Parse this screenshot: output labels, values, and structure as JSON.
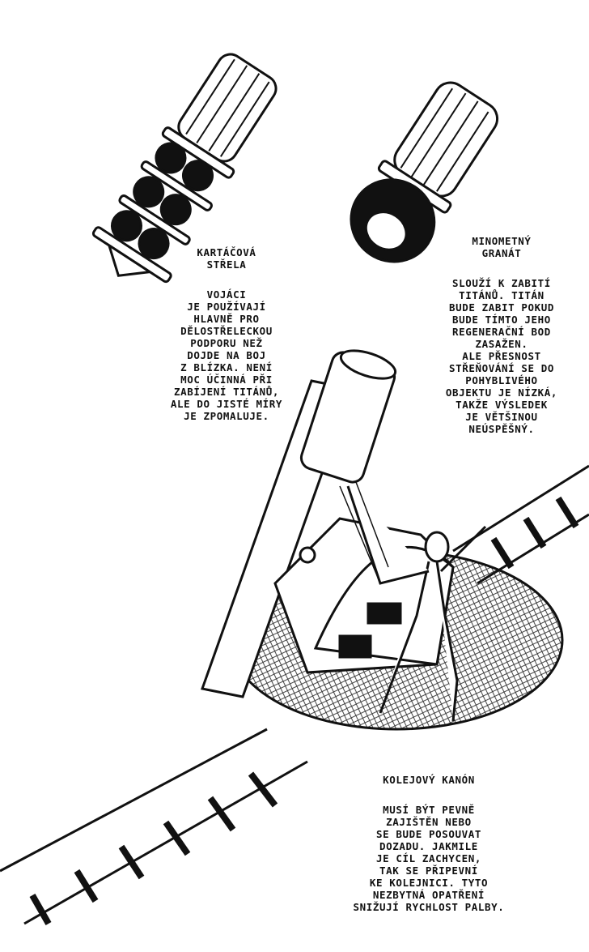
{
  "captions": {
    "canister": {
      "title": "KARTÁČOVÁ\nSTŘELA",
      "body": "VOJÁCI\nJE POUŽÍVAJÍ\nHLAVNĚ PRO\nDĚLOSTŘELECKOU\nPODPORU NEŽ\nDOJDE NA BOJ\nZ BLÍZKA. NENÍ\nMOC ÚČINNÁ PŘI\nZABÍJENÍ TITÁNŮ,\nALE DO JISTÉ MÍRY\nJE ZPOMALUJE."
    },
    "mortar": {
      "title": "MINOMETNÝ\nGRANÁT",
      "body": "SLOUŽÍ K ZABITÍ\nTITÁNŮ. TITÁN\nBUDE ZABIT POKUD\nBUDE TÍMTO JEHO\nREGENERAČNÍ BOD\nZASAŽEN.\nALE PŘESNOST\nSTŘEŇOVÁNÍ SE DO\nPOHYBLIVÉHO\nOBJEKTU JE NÍZKÁ,\nTAKŽE VÝSLEDEK\nJE VĚTŠINOU\nNEÚSPĚŠNÝ."
    },
    "rail": {
      "title": "KOLEJOVÝ KANÓN",
      "body": "MUSÍ BÝT PEVNĚ\nZAJIŠTĚN NEBO\nSE BUDE POSOUVAT\nDOZADU. JAKMILE\nJE CÍL ZACHYCEN,\nTAK SE PŘIPEVNÍ\nKE KOLEJNICI. TYTO\nNEZBYTNÁ OPATŘENÍ\nSNIŽUJÍ RYCHLOST PALBY."
    }
  },
  "colors": {
    "ink": "#111111",
    "paper": "#ffffff"
  }
}
